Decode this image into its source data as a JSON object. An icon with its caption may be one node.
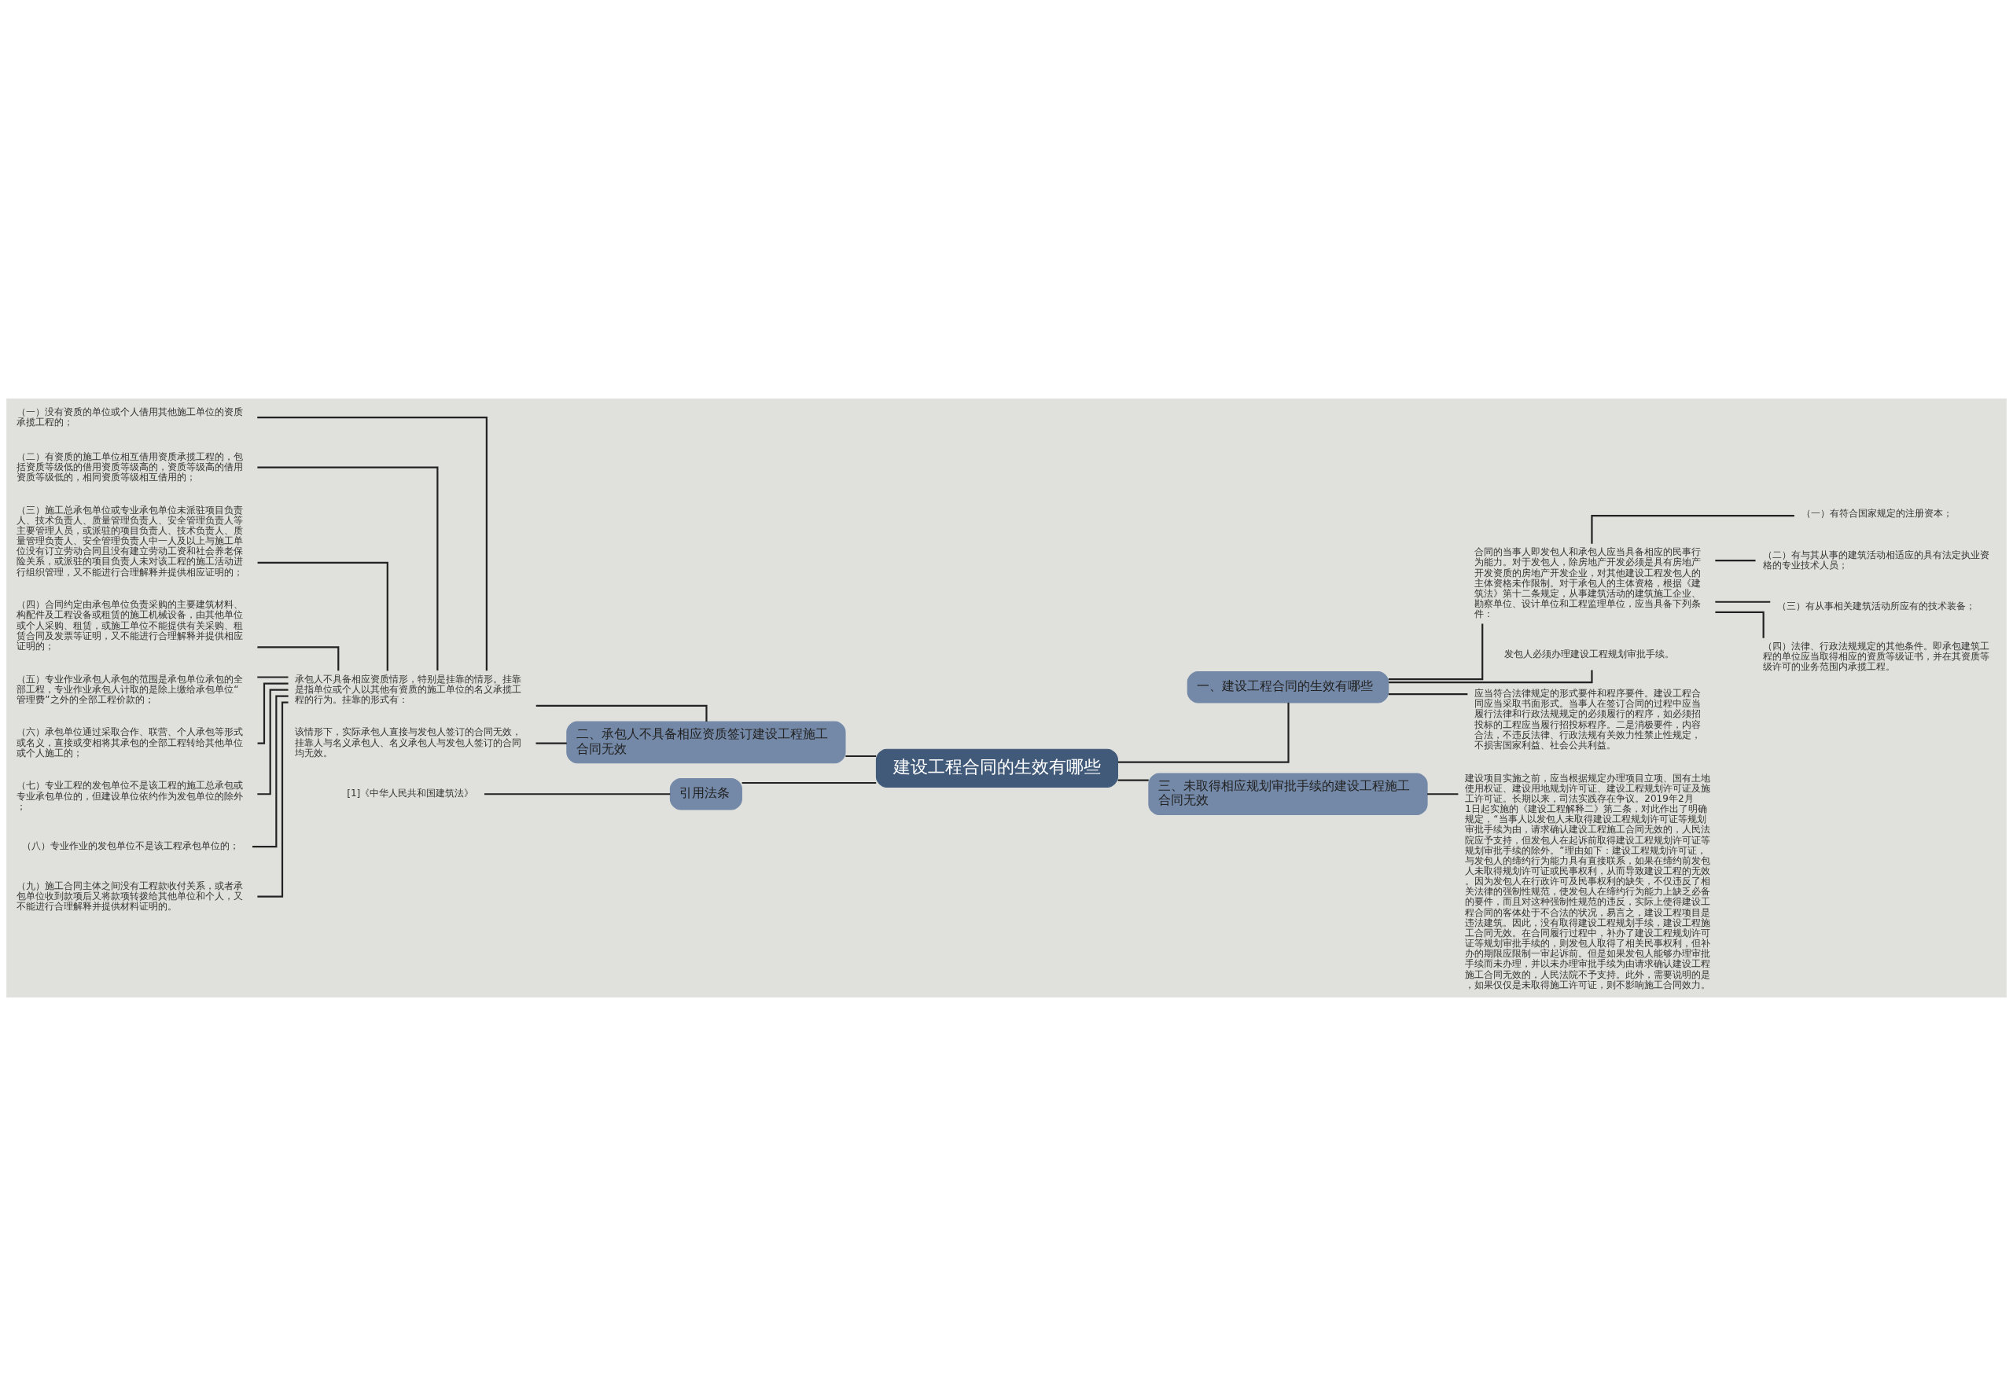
{
  "diagram": {
    "nodes": [
      {
        "text": [
          "建设工程合同的生效有哪些"
        ]
      },
      {
        "text": [
          "一、建设工程合同的生效有哪些"
        ]
      },
      {
        "text": [
          "合同的当事人即发包人和承包人应当具备相应的民事行为能力。对于发包人，除房地产开发必须是具有房地产开发资质的房地产开发企业，对其他建设工程发包人的主体资格未作限制。对于承包人的主体资格，根据《建筑法》第十二条规定，从事建筑活动的建筑施工企业、勘察单位、设计单位和工程监理单位，应当具备下列条件："
        ]
      },
      {
        "text": [
          "（一）有符合国家规定的注册资本；"
        ]
      },
      {
        "text": [
          "（二）有与其从事的建筑活动相适应的具有法定执业资格的专业技术人员；"
        ]
      },
      {
        "text": [
          "（三）有从事相关建筑活动所应有的技术装备；"
        ]
      },
      {
        "text": [
          "（四）法律、行政法规规定的其他条件。即承包建筑工程的单位应当取得相应的资质等级证书，并在其资质等级许可的业务范围内承揽工程。"
        ]
      },
      {
        "text": [
          "发包人必须办理建设工程规划审批手续。"
        ]
      },
      {
        "text": [
          "应当符合法律规定的形式要件和程序要件。建设工程合同应当采取书面形式。当事人在签订合同的过程中应当履行法律和行政法规规定的必须履行的程序，如必须招投标的工程应当履行招投标程序。二是消极要件，内容合法，不违反法律、行政法规有关效力性禁止性规定，不损害国家利益、社会公共利益。"
        ]
      },
      {
        "text": [
          "三、未取得相应规划审批手续的建设工程施工合同无效"
        ]
      },
      {
        "text": [
          "建设项目实施之前，应当根据规定办理项目立项、国有土地使用权证、建设用地规划许可证、建设工程规划许可证及施工许可证。长期以来，司法实践存在争议。2019年2月1日起实施的《建设工程解释二》第二条，对此作出了明确规定，“当事人以发包人未取得建设工程规划许可证等规划审批手续为由，请求确认建设工程施工合同无效的，人民法院应予支持，但发包人在起诉前取得建设工程规划许可证等规划审批手续的除外。”理由如下：建设工程规划许可证，与发包人的缔约行为能力具有直接联系，如果在缔约前发包人未取得规划许可证或民事权利，从而导致建设工程的无效。因为发包人在行政许可及民事权利的缺失，不仅违反了相关法律的强制性规范，使发包人在缔约行为能力上缺乏必备的要件，而且对这种强制性规范的违反，实际上使得建设工程合同的客体处于不合法的状况，易言之，建设工程项目是违法建筑。因此，没有取得建设工程规划手续，建设工程施工合同无效。在合同履行过程中，补办了建设工程规划许可证等规划审批手续的，则发包人取得了相关民事权利，但补办的期限应限制一审起诉前。但是如果发包人能够办理审批手续而未办理，并以未办理审批手续为由请求确认建设工程施工合同无效的，人民法院不予支持。此外，需要说明的是，如果仅仅是未取得施工许可证，则不影响施工合同效力。"
        ]
      },
      {
        "text": [
          "二、承包人不具备相应资质签订建设工程施工合同无效"
        ]
      },
      {
        "text": [
          "承包人不具备相应资质情形，特别是挂靠的情形。挂靠是指单位或个人以其他有资质的施工单位的名义承揽工程的行为。挂靠的形式有："
        ]
      },
      {
        "text": [
          "（一）没有资质的单位或个人借用其他施工单位的资质承揽工程的；"
        ]
      },
      {
        "text": [
          "（二）有资质的施工单位相互借用资质承揽工程的，包括资质等级低的借用资质等级高的，资质等级高的借用资质等级低的，相同资质等级相互借用的；"
        ]
      },
      {
        "text": [
          "（三）施工总承包单位或专业承包单位未派驻项目负责人、技术负责人、质量管理负责人、安全管理负责人等主要管理人员，或派驻的项目负责人、技术负责人、质量管理负责人、安全管理负责人中一人及以上与施工单位没有订立劳动合同且没有建立劳动工资和社会养老保险关系，或派驻的项目负责人未对该工程的施工活动进行组织管理，又不能进行合理解释并提供相应证明的；"
        ]
      },
      {
        "text": [
          "（四）合同约定由承包单位负责采购的主要建筑材料、构配件及工程设备或租赁的施工机械设备，由其他单位或个人采购、租赁，或施工单位不能提供有关采购、租赁合同及发票等证明，又不能进行合理解释并提供相应证明的；"
        ]
      },
      {
        "text": [
          "（五）专业作业承包人承包的范围是承包单位承包的全部工程，专业作业承包人计取的是除上缴给承包单位“管理费”之外的全部工程价款的；"
        ]
      },
      {
        "text": [
          "（六）承包单位通过采取合作、联营、个人承包等形式或名义，直接或变相将其承包的全部工程转给其他单位或个人施工的；"
        ]
      },
      {
        "text": [
          "（七）专业工程的发包单位不是该工程的施工总承包或专业承包单位的，但建设单位依约作为发包单位的除外；"
        ]
      },
      {
        "text": [
          "（八）专业作业的发包单位不是该工程承包单位的；"
        ]
      },
      {
        "text": [
          "（九）施工合同主体之间没有工程款收付关系，或者承包单位收到款项后又将款项转拨给其他单位和个人，又不能进行合理解释并提供材料证明的。"
        ]
      },
      {
        "text": [
          "该情形下，实际承包人直接与发包人签订的合同无效，挂靠人与名义承包人、名义承包人与发包人签订的合同均无效。"
        ]
      },
      {
        "text": [
          "引用法条"
        ]
      },
      {
        "text": [
          "[1]《中华人民共和国建筑法》"
        ]
      }
    ],
    "edges": [
      {
        "from": 0,
        "to": 1,
        "arrow": "none"
      },
      {
        "from": 1,
        "to": 2,
        "arrow": "none"
      },
      {
        "from": 2,
        "to": 3,
        "arrow": "none"
      },
      {
        "from": 2,
        "to": 4,
        "arrow": "none"
      },
      {
        "from": 2,
        "to": 5,
        "arrow": "none"
      },
      {
        "from": 2,
        "to": 6,
        "arrow": "none"
      },
      {
        "from": 1,
        "to": 7,
        "arrow": "none"
      },
      {
        "from": 1,
        "to": 8,
        "arrow": "none"
      },
      {
        "from": 0,
        "to": 9,
        "arrow": "none"
      },
      {
        "from": 9,
        "to": 10,
        "arrow": "none"
      },
      {
        "from": 0,
        "to": 11,
        "arrow": "none"
      },
      {
        "from": 11,
        "to": 12,
        "arrow": "none"
      },
      {
        "from": 12,
        "to": 13,
        "arrow": "none"
      },
      {
        "from": 12,
        "to": 14,
        "arrow": "none"
      },
      {
        "from": 12,
        "to": 15,
        "arrow": "none"
      },
      {
        "from": 12,
        "to": 16,
        "arrow": "none"
      },
      {
        "from": 12,
        "to": 17,
        "arrow": "none"
      },
      {
        "from": 12,
        "to": 18,
        "arrow": "none"
      },
      {
        "from": 12,
        "to": 19,
        "arrow": "none"
      },
      {
        "from": 12,
        "to": 20,
        "arrow": "none"
      },
      {
        "from": 12,
        "to": 21,
        "arrow": "none"
      },
      {
        "from": 11,
        "to": 22,
        "arrow": "none"
      },
      {
        "from": 0,
        "to": 23,
        "arrow": "none"
      },
      {
        "from": 23,
        "to": 24,
        "arrow": "none"
      }
    ]
  }
}
